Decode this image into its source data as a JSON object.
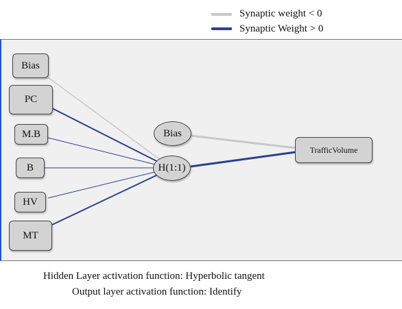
{
  "legend": {
    "negative_label": "Synaptic weight < 0",
    "positive_label": "Synaptic Weight > 0",
    "negative_color": "#c8c8c8",
    "positive_color": "#2a3f95"
  },
  "nodes": {
    "input_bias": "Bias",
    "pc": "PC",
    "mb": "M.B",
    "b": "B",
    "hv": "HV",
    "mt": "MT",
    "hidden_bias": "Bias",
    "hidden": "H(1:1)",
    "output": "TrafficVolume"
  },
  "captions": {
    "hidden_activation": "Hidden Layer activation function: Hyperbolic tangent",
    "output_activation": "Output layer activation function: Identify"
  }
}
